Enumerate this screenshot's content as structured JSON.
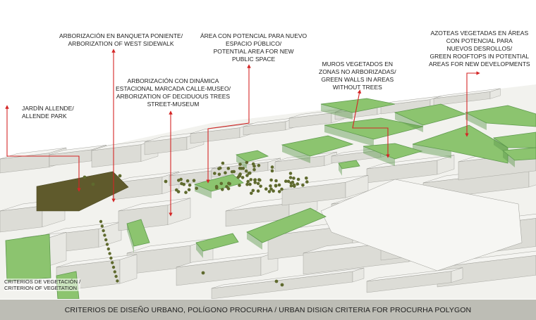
{
  "colors": {
    "green_roof": "#8cc46f",
    "green_roof_side": "#5e9a4d",
    "park_olive": "#5f5a2c",
    "tree": "#5f6a2e",
    "leader_red": "#d42626",
    "building_top": "#f4f4f1",
    "building_side": "#dcdcd6",
    "caption_bg": "#bdbdb5"
  },
  "labels": {
    "west_sidewalk": [
      "ARBORIZACIÓN EN BANQUETA PONIENTE/",
      "ARBORIZATION OF WEST SIDEWALK"
    ],
    "public_space": [
      "ÁREA CON POTENCIAL PARA  NUEVO",
      "ESPACIO PÚBLICO/",
      "POTENTIAL AREA FOR NEW",
      "PUBLIC SPACE"
    ],
    "green_rooftops": [
      "AZOTEAS VEGETADAS EN ÁREAS",
      "CON POTENCIAL PARA",
      "NUEVOS DESROLLOS/",
      "GREEN ROOFTOPS IN POTENTIAL",
      "AREAS FOR NEW DEVELOPMENTS"
    ],
    "green_walls": [
      "MUROS VEGETADOS EN",
      "ZONAS NO ARBORIZADAS/",
      "GREEN WALLS IN AREAS",
      "WITHOUT TREES"
    ],
    "deciduous": [
      "ARBORIZACIÓN CON DINÁMICA",
      "ESTACIONAL MARCADA CALLE-MUSEO/",
      "ARBORIZATION OF DECIDUOUS TREES",
      "STREET-MUSEUM"
    ],
    "allende": [
      "JARDÍN ALLENDE/",
      "ALLENDE PARK"
    ]
  },
  "legend": [
    "CRITERIOS DE VEGETACIÓN /",
    "CRITERION OF VEGETATION"
  ],
  "caption": "CRITERIOS DE DISEÑO URBANO, POLÍGONO PROCURHA / URBAN DISIGN CRITERIA FOR PROCURHA POLYGON"
}
